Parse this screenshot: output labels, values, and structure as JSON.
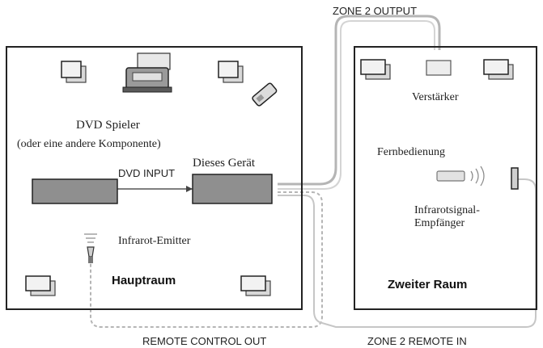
{
  "labels": {
    "zone2_output": "ZONE 2 OUTPUT",
    "amplifier": "Verstärker",
    "dvd_player_line1": "DVD Spieler",
    "dvd_player_line2": "(oder eine andere Komponente)",
    "this_unit": "Dieses Gerät",
    "dvd_input": "DVD INPUT",
    "remote_control": "Fernbedienung",
    "ir_receiver_line1": "Infrarotsignal-",
    "ir_receiver_line2": "Empfänger",
    "ir_emitter": "Infrarot-Emitter",
    "main_room": "Hauptraum",
    "second_room": "Zweiter Raum",
    "remote_control_out": "REMOTE CONTROL OUT",
    "zone2_remote_in": "ZONE 2 REMOTE IN"
  },
  "colors": {
    "line": "#222222",
    "cable": "#b5b5b5",
    "device_fill": "#8f8f8f",
    "speaker_fill": "#e6e6e6"
  }
}
